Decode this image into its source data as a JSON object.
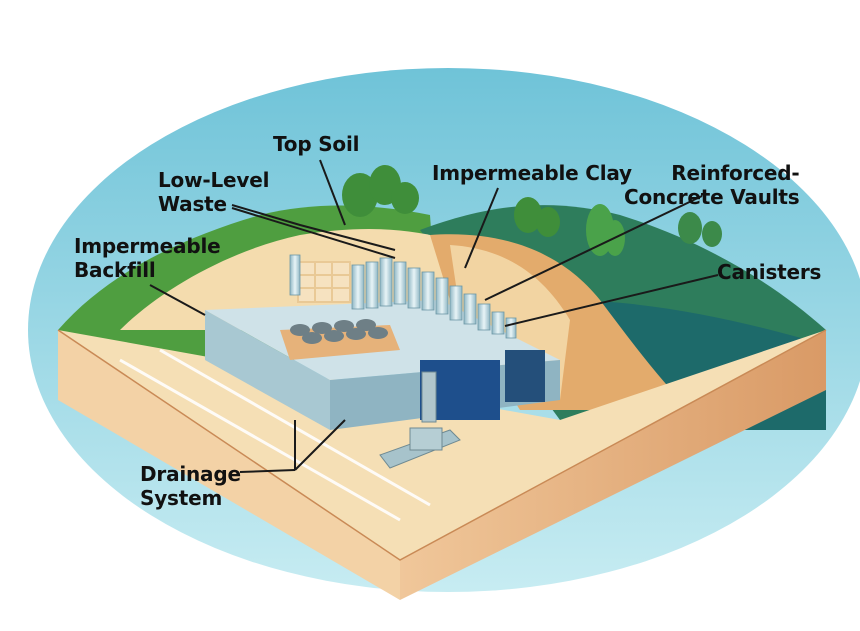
{
  "labels": {
    "top_soil": "Top Soil",
    "low_level_waste": [
      "Low-Level",
      "Waste"
    ],
    "impermeable_backfill": [
      "Impermeable",
      "Backfill"
    ],
    "impermeable_clay": "Impermeable Clay",
    "reinforced_concrete_vaults": [
      "Reinforced-",
      "Concrete Vaults"
    ],
    "canisters": "Canisters",
    "drainage_system": [
      "Drainage",
      "System"
    ]
  },
  "colors": {
    "sky": "#8fd2e0",
    "grass": "#4a9a3e",
    "dark_green": "#1f6e63",
    "sand": "#f2d6a6",
    "clay": "#e0a868",
    "soil_side": "#e8b07c",
    "concrete": "#b8d4dc",
    "canister": "#cfe4ea",
    "vault_door": "#1e4f8c"
  }
}
